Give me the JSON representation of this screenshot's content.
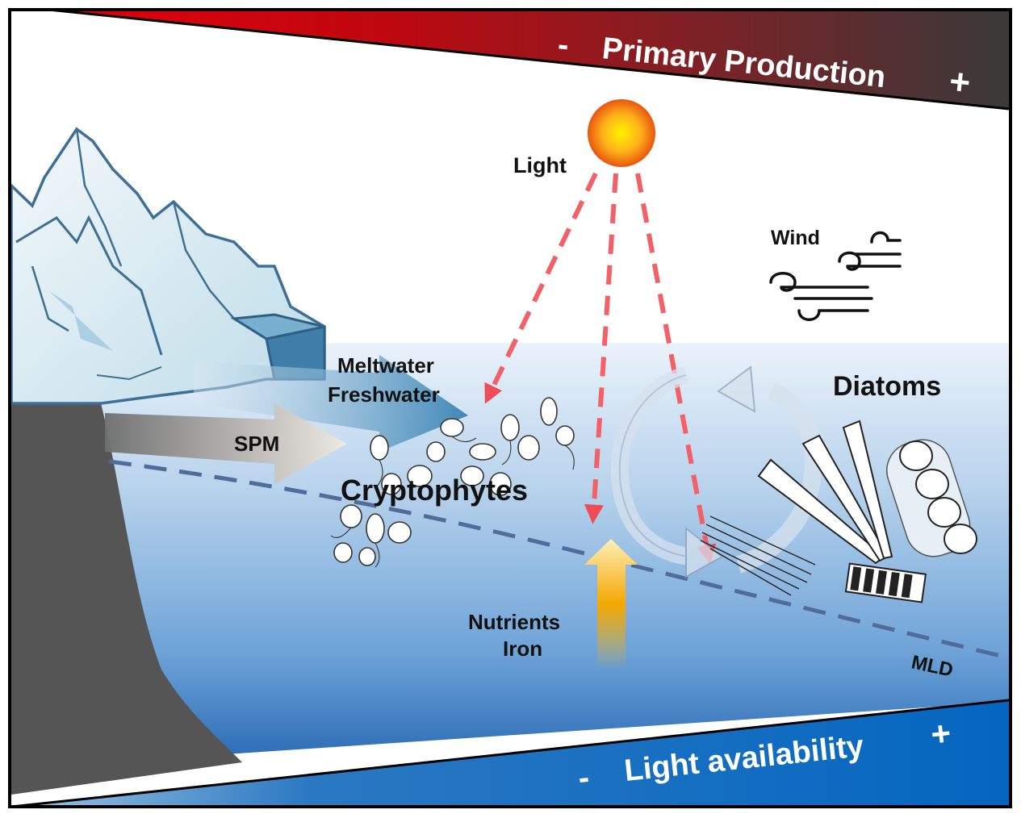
{
  "top_band": {
    "label": "Primary Production",
    "minus": "-",
    "plus": "+",
    "gradient": [
      "#e0000a",
      "#3a3a3a"
    ]
  },
  "bottom_band": {
    "label": "Light availability",
    "minus": "-",
    "plus": "+",
    "gradient": [
      "#8fb8dc",
      "#0466c0"
    ]
  },
  "labels": {
    "light": "Light",
    "wind": "Wind",
    "meltwater": "Meltwater",
    "freshwater": "Freshwater",
    "spm": "SPM",
    "cryptophytes": "Cryptophytes",
    "diatoms": "Diatoms",
    "nutrients": "Nutrients",
    "iron": "Iron",
    "mld": "MLD"
  },
  "icons": [
    "sun-icon",
    "wind-icon",
    "glacier-icon",
    "cryptophyte-cells-icon",
    "diatom-cells-icon",
    "mixing-cycle-icon"
  ],
  "colors": {
    "sun": "#f5a623",
    "light_rays": "#f26167",
    "water_top": "#e6f0f9",
    "water_bottom": "#3d7fc4",
    "rock": "#555555",
    "ice": "#cfe6ee",
    "mld_line": "#4f6c9a",
    "nutrient_arrow": "#f0a500"
  }
}
